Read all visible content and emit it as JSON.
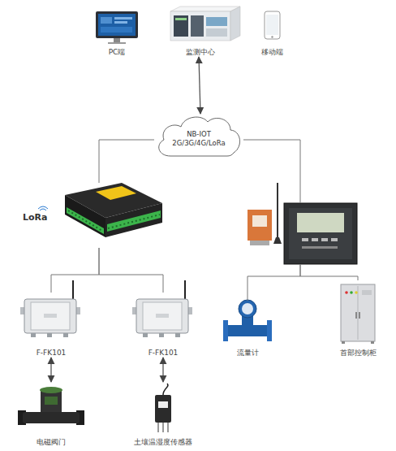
{
  "diagram": {
    "nodes": [
      {
        "text": [
          "PC端"
        ]
      },
      {
        "text": [
          "监测中心"
        ]
      },
      {
        "text": [
          "移动端"
        ]
      },
      {
        "text": [
          "NB-IOT",
          "2G/3G/4G/LoRa"
        ]
      },
      {
        "text": [
          "LoRa"
        ]
      },
      {
        "text": []
      },
      {
        "text": [
          "F-FK101"
        ]
      },
      {
        "text": [
          "F-FK101"
        ]
      },
      {
        "text": [
          "流量计"
        ]
      },
      {
        "text": [
          "首部控制柜"
        ]
      },
      {
        "text": [
          "电磁阀门"
        ]
      },
      {
        "text": [
          "土壤温湿度传感器"
        ]
      }
    ],
    "edges": [
      {
        "from": 1,
        "to": 3,
        "arrow": "both"
      },
      {
        "from": 3,
        "to": 4,
        "arrow": "none"
      },
      {
        "from": 3,
        "to": 5,
        "arrow": "none"
      },
      {
        "from": 4,
        "to": 6,
        "arrow": "none"
      },
      {
        "from": 4,
        "to": 7,
        "arrow": "none"
      },
      {
        "from": 5,
        "to": 8,
        "arrow": "none"
      },
      {
        "from": 5,
        "to": 9,
        "arrow": "none"
      },
      {
        "from": 6,
        "to": 10,
        "arrow": "both"
      },
      {
        "from": 7,
        "to": 11,
        "arrow": "both"
      }
    ]
  }
}
